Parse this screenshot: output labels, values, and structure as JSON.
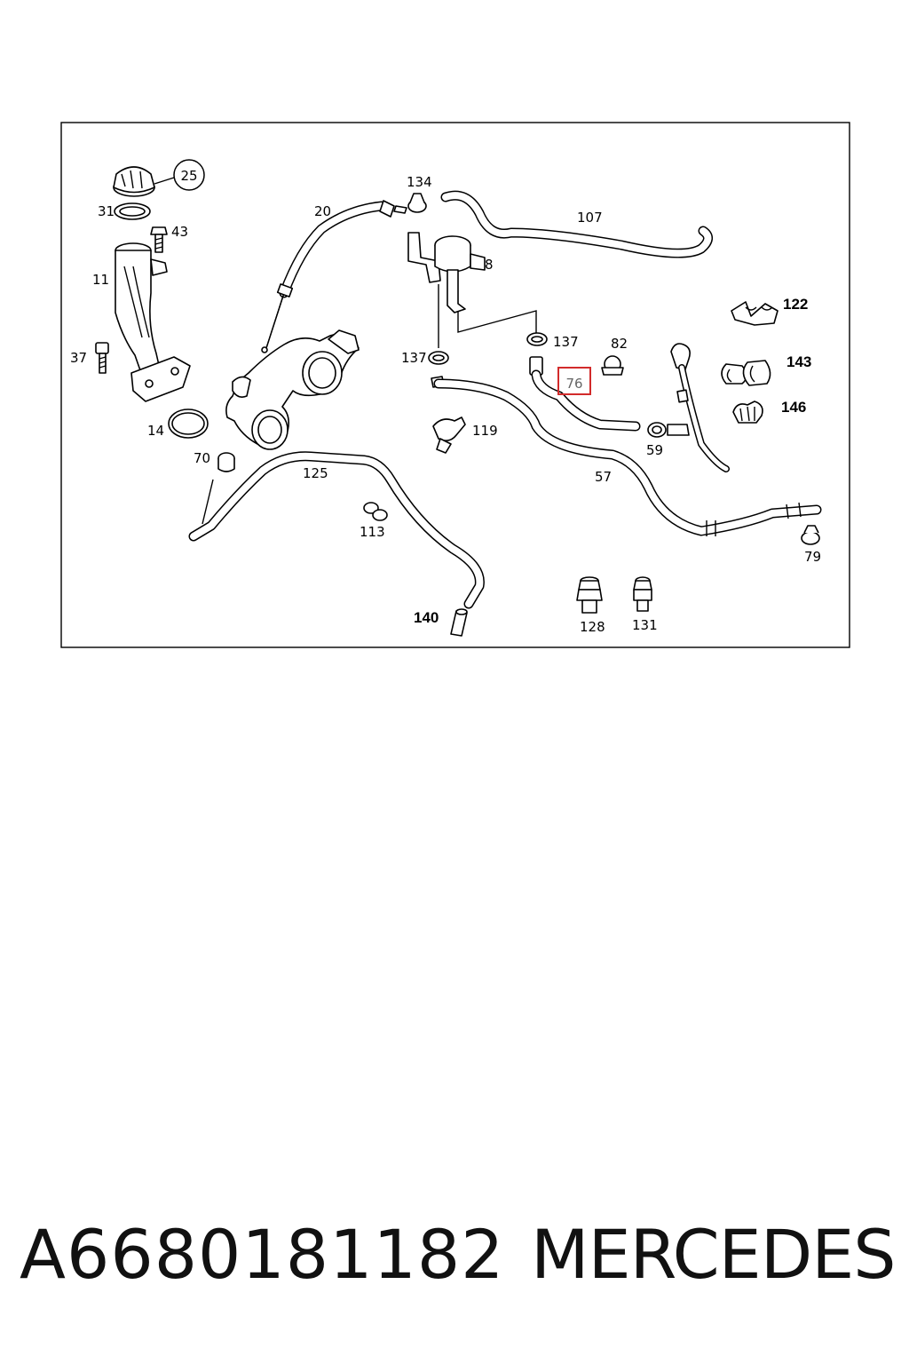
{
  "diagram": {
    "callouts": {
      "c25": "25",
      "c31": "31",
      "c43": "43",
      "c11": "11",
      "c37": "37",
      "c14": "14",
      "c70": "70",
      "c20": "20",
      "c134": "134",
      "c107": "107",
      "c8": "8",
      "c137a": "137",
      "c137b": "137",
      "c82": "82",
      "c122": "122",
      "c143": "143",
      "c146": "146",
      "c76": "76",
      "c119": "119",
      "c59": "59",
      "c57": "57",
      "c125": "125",
      "c113": "113",
      "c79": "79",
      "c140": "140",
      "c128": "128",
      "c131": "131"
    },
    "highlighted_callout": "76",
    "highlight_color": "#d22b2b"
  },
  "footer": {
    "part_number": "A6680181182",
    "brand": "MERCEDES"
  }
}
